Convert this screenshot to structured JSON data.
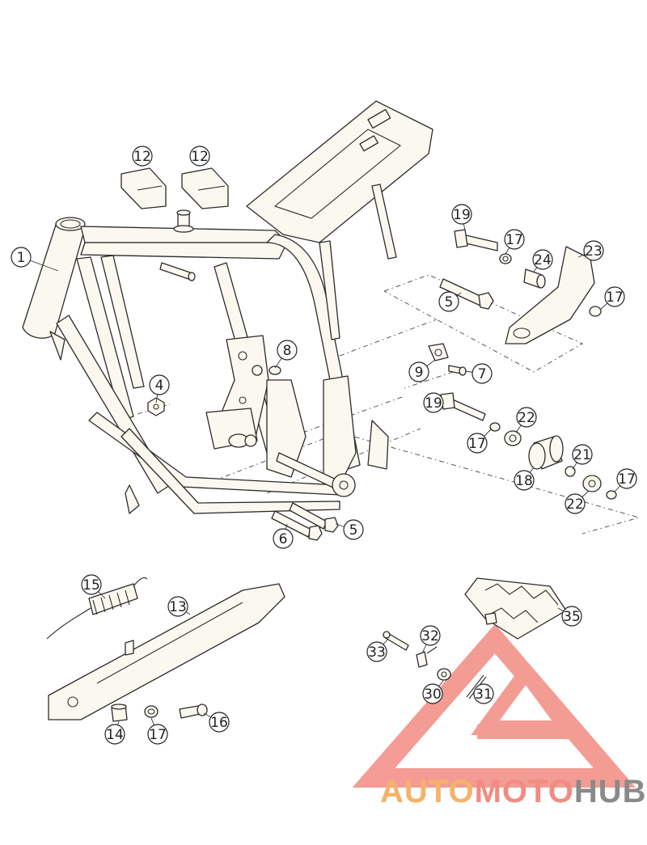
{
  "diagram": {
    "callouts": [
      {
        "label": "1"
      },
      {
        "label": "12"
      },
      {
        "label": "12"
      },
      {
        "label": "4"
      },
      {
        "label": "8"
      },
      {
        "label": "9"
      },
      {
        "label": "7"
      },
      {
        "label": "19"
      },
      {
        "label": "17"
      },
      {
        "label": "24"
      },
      {
        "label": "23"
      },
      {
        "label": "5"
      },
      {
        "label": "17"
      },
      {
        "label": "19"
      },
      {
        "label": "22"
      },
      {
        "label": "17"
      },
      {
        "label": "18"
      },
      {
        "label": "21"
      },
      {
        "label": "22"
      },
      {
        "label": "17"
      },
      {
        "label": "6"
      },
      {
        "label": "5"
      },
      {
        "label": "15"
      },
      {
        "label": "13"
      },
      {
        "label": "14"
      },
      {
        "label": "17"
      },
      {
        "label": "16"
      },
      {
        "label": "35"
      },
      {
        "label": "32"
      },
      {
        "label": "33"
      },
      {
        "label": "30"
      },
      {
        "label": "31"
      }
    ]
  },
  "watermark": {
    "text_part1": "AUTO",
    "text_part2": "MOTO",
    "text_part3": "HUB",
    "color1": "#f6b26b",
    "color2": "#f28b82",
    "color3": "#8a8a8a",
    "logo_color": "#f28b82"
  }
}
